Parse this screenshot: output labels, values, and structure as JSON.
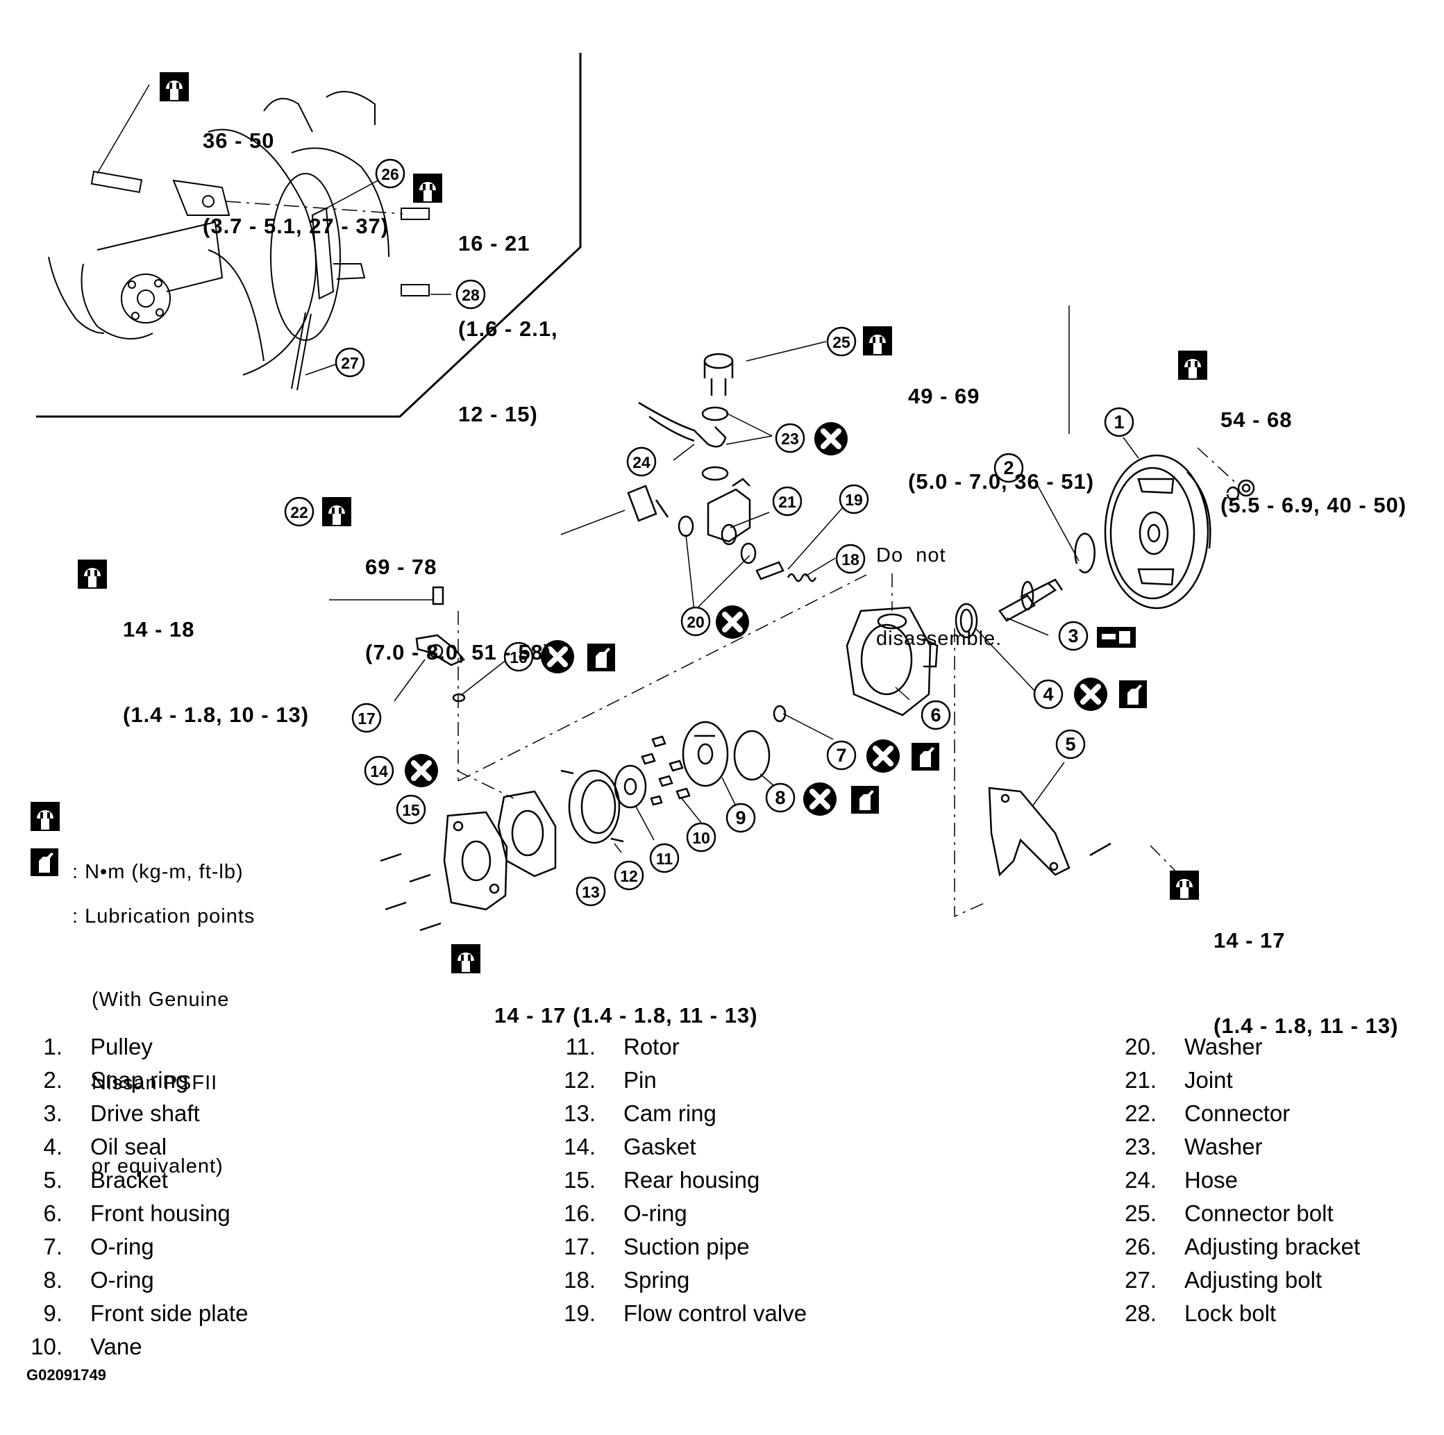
{
  "torque_specs": {
    "adj_bracket_bolt": {
      "line1": "36 - 50",
      "line2": "(3.7 - 5.1, 27 - 37)"
    },
    "bracket_top_bolt": {
      "line1": "16 - 21",
      "line2": "(1.6 - 2.1,",
      "line3": "12 - 15)"
    },
    "connector_bolt": {
      "line1": "49 - 69",
      "line2": "(5.0 - 7.0, 36 - 51)"
    },
    "pulley_nut": {
      "line1": "54 - 68",
      "line2": "(5.5 - 6.9, 40 - 50)"
    },
    "connector": {
      "line1": "69 - 78",
      "line2": "(7.0 - 8.0, 51 - 58)"
    },
    "suction_pipe_bolt": {
      "line1": "14 - 18",
      "line2": "(1.4 - 1.8, 10 - 13)"
    },
    "bracket_bolt": {
      "line1": "14 - 17",
      "line2": "(1.4 - 1.8, 11 - 13)"
    },
    "rear_housing_bolts": {
      "line1": "14 - 17 (1.4 - 1.8, 11 - 13)"
    }
  },
  "note_flow_valve": {
    "line1": "Do  not",
    "line2": "disassemble."
  },
  "legend": {
    "torque": ": N•m (kg-m, ft-lb)",
    "lube1": ": Lubrication points",
    "lube2": "(With Genuine",
    "lube3": "Nissan PSFII",
    "lube4": "or equivalent)"
  },
  "callouts": [
    "1",
    "2",
    "3",
    "4",
    "5",
    "6",
    "7",
    "8",
    "9",
    "10",
    "11",
    "12",
    "13",
    "14",
    "15",
    "16",
    "17",
    "18",
    "19",
    "20",
    "21",
    "22",
    "23",
    "24",
    "25",
    "26",
    "27",
    "28"
  ],
  "parts": {
    "col1": [
      {
        "num": "1.",
        "name": "Pulley"
      },
      {
        "num": "2.",
        "name": "Snap ring"
      },
      {
        "num": "3.",
        "name": "Drive shaft"
      },
      {
        "num": "4.",
        "name": "Oil seal"
      },
      {
        "num": "5.",
        "name": "Bracket"
      },
      {
        "num": "6.",
        "name": "Front housing"
      },
      {
        "num": "7.",
        "name": "O-ring"
      },
      {
        "num": "8.",
        "name": "O-ring"
      },
      {
        "num": "9.",
        "name": "Front side plate"
      },
      {
        "num": "10.",
        "name": "Vane"
      }
    ],
    "col2": [
      {
        "num": "11.",
        "name": "Rotor"
      },
      {
        "num": "12.",
        "name": "Pin"
      },
      {
        "num": "13.",
        "name": "Cam ring"
      },
      {
        "num": "14.",
        "name": "Gasket"
      },
      {
        "num": "15.",
        "name": "Rear housing"
      },
      {
        "num": "16.",
        "name": "O-ring"
      },
      {
        "num": "17.",
        "name": "Suction pipe"
      },
      {
        "num": "18.",
        "name": "Spring"
      },
      {
        "num": "19.",
        "name": "Flow control valve"
      }
    ],
    "col3": [
      {
        "num": "20.",
        "name": "Washer"
      },
      {
        "num": "21.",
        "name": "Joint"
      },
      {
        "num": "22.",
        "name": "Connector"
      },
      {
        "num": "23.",
        "name": "Washer"
      },
      {
        "num": "24.",
        "name": "Hose"
      },
      {
        "num": "25.",
        "name": "Connector bolt"
      },
      {
        "num": "26.",
        "name": "Adjusting bracket"
      },
      {
        "num": "27.",
        "name": "Adjusting bolt"
      },
      {
        "num": "28.",
        "name": "Lock bolt"
      }
    ]
  },
  "figure_id": "G02091749",
  "icons": [
    "torque-wrench-icon",
    "replace-part-icon",
    "lubricate-icon",
    "special-tool-icon"
  ]
}
